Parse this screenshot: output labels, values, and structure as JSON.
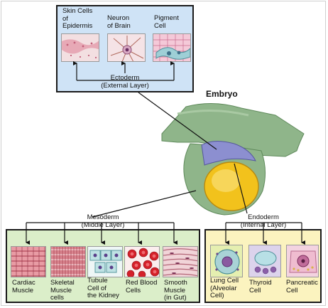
{
  "title": "Embryo",
  "ectoderm": {
    "label_line1": "Ectoderm",
    "label_line2": "(External Layer)",
    "cells": [
      {
        "line1": "Skin Cells",
        "line2": "of",
        "line3": "Epidermis"
      },
      {
        "line1": "Neuron",
        "line2": "of Brain"
      },
      {
        "line1": "Pigment",
        "line2": "Cell"
      }
    ]
  },
  "mesoderm": {
    "label_line1": "Mesoderm",
    "label_line2": "(Middle Layer)",
    "cells": [
      {
        "line1": "Cardiac",
        "line2": "Muscle"
      },
      {
        "line1": "Skeletal",
        "line2": "Muscle",
        "line3": "cells"
      },
      {
        "line1": "Tubule",
        "line2": "Cell of",
        "line3": "the Kidney"
      },
      {
        "line1": "Red Blood",
        "line2": "Cells"
      },
      {
        "line1": "Smooth",
        "line2": "Muscle",
        "line3": "(in Gut)"
      }
    ]
  },
  "endoderm": {
    "label_line1": "Endoderm",
    "label_line2": "(Internal Layer)",
    "cells": [
      {
        "line1": "Lung Cell",
        "line2": "(Alveolar",
        "line3": "Cell)"
      },
      {
        "line1": "Thyroid",
        "line2": "Cell"
      },
      {
        "line1": "Pancreatic",
        "line2": "Cell"
      }
    ]
  },
  "colors": {
    "ectoderm_panel": "#cfe3f6",
    "mesoderm_panel": "#dbeec9",
    "endoderm_panel": "#fbf3bf",
    "embryo_tissue": "#8fb58a",
    "ectoderm_layer": "#8c8fd0",
    "endoderm_yolk": "#f2c21c"
  }
}
